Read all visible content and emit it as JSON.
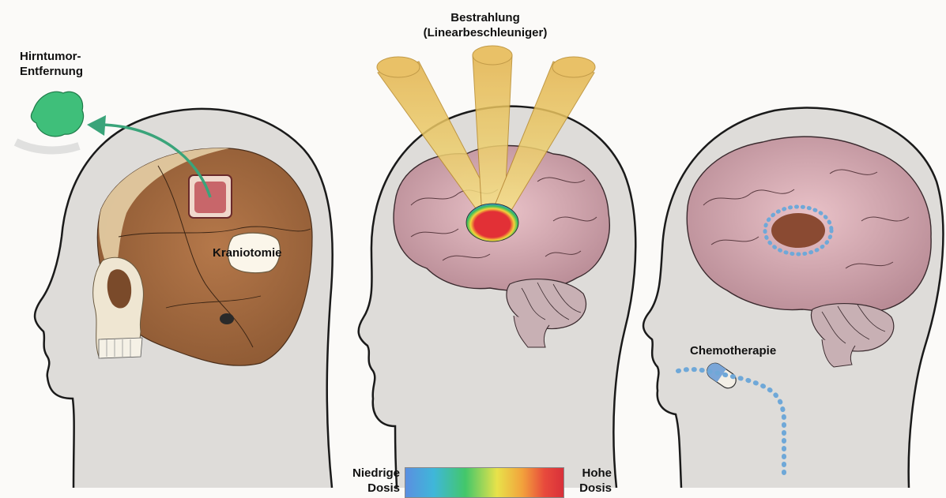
{
  "labels": {
    "tumor_removal": [
      "Hirntumor-",
      "Entfernung"
    ],
    "craniotomy": "Kraniotomie",
    "radiation": [
      "Bestrahlung",
      "(Linearbeschleuniger)"
    ],
    "chemotherapy": "Chemotherapie",
    "low_dose": [
      "Niedrige",
      "Dosis"
    ],
    "high_dose": [
      "Hohe",
      "Dosis"
    ]
  },
  "colors": {
    "tumor_green": "#3fbf7a",
    "arrow": "#3aa47a",
    "skull": "#b07a4e",
    "brain": "#d9a9b4",
    "beam": "#f2d24a",
    "tumor_core": "#e0303a",
    "chemo_dots": "#6fa8d8",
    "chemo_tumor": "#8a4a32"
  }
}
